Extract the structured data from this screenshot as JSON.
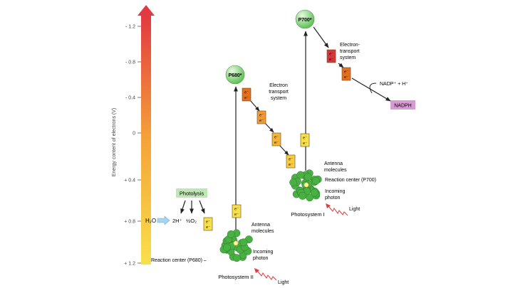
{
  "axis": {
    "label": "Energy content of electrons (V)",
    "ticks": [
      "- 1.2",
      "- 0.8",
      "- 0.4",
      "0",
      "+ 0.4",
      "+ 0.8",
      "+ 1.2"
    ]
  },
  "electron": "e⁻",
  "photolysis": {
    "label": "Photolysis",
    "water": "H₂O",
    "protons": "2H⁺",
    "oxygen": "½O₂"
  },
  "photosystem_ii": {
    "label": "Photosystem II",
    "pigment": "P680*",
    "antenna": [
      "Antenna",
      "molecules"
    ],
    "reaction_center": "Reaction center (P680) –",
    "photon": [
      "Incoming",
      "photon"
    ],
    "light": "Light"
  },
  "etc_1": {
    "label": [
      "Electron",
      "transport",
      "system"
    ]
  },
  "photosystem_i": {
    "label": "Photosystem I",
    "pigment": "P700*",
    "antenna": [
      "Antenna",
      "molecules"
    ],
    "reaction_center": "Reaction center (P700)",
    "photon": [
      "Incoming",
      "photon"
    ],
    "light": "Light"
  },
  "etc_2": {
    "label": [
      "Electron-",
      "transport",
      "system"
    ]
  },
  "nadp": {
    "reactants": "NADP⁺ + H⁺",
    "product": "NADPH"
  },
  "colors": {
    "arrow_top": "#e23a40",
    "arrow_mid": "#f5a33a",
    "arrow_bottom": "#f8e04a",
    "photolysis_box": "#bfe6b5",
    "nadph_box": "#d89ad2",
    "cluster": "#49b043",
    "water_arrow": "#a5d4ef"
  }
}
